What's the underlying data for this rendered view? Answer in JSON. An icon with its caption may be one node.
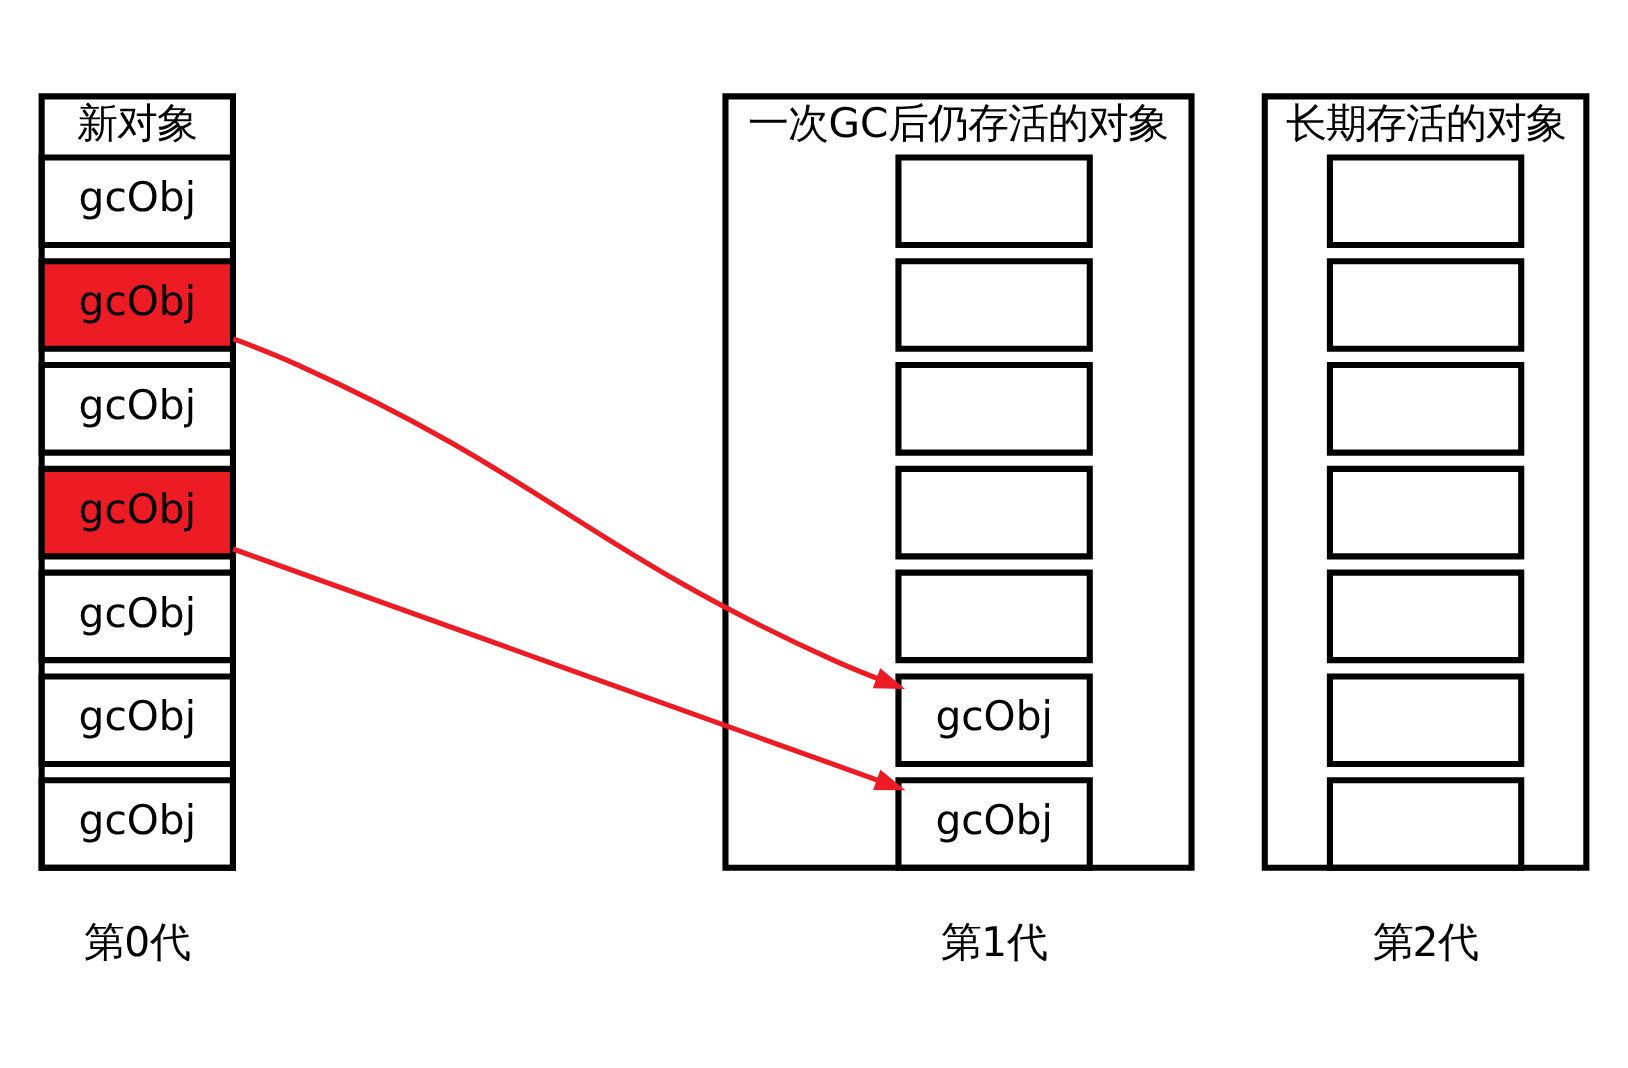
{
  "diagram": {
    "nodes": [
      {
        "text": [
          "新对象"
        ],
        "beside": [
          "第0代"
        ]
      },
      {
        "text": [
          "gcObj"
        ],
        "in": 0
      },
      {
        "text": [
          "gcObj"
        ],
        "in": 0
      },
      {
        "text": [
          "gcObj"
        ],
        "in": 0
      },
      {
        "text": [
          "gcObj"
        ],
        "in": 0
      },
      {
        "text": [
          "gcObj"
        ],
        "in": 0
      },
      {
        "text": [
          "gcObj"
        ],
        "in": 0
      },
      {
        "text": [
          "gcObj"
        ],
        "in": 0
      },
      {
        "text": [
          "一次GC后仍存活的对象"
        ],
        "beside": [
          "第1代"
        ]
      },
      {
        "text": [],
        "shape": "box",
        "in": 8
      },
      {
        "text": [],
        "shape": "box",
        "in": 8
      },
      {
        "text": [],
        "shape": "box",
        "in": 8
      },
      {
        "text": [],
        "shape": "box",
        "in": 8
      },
      {
        "text": [],
        "shape": "box",
        "in": 8
      },
      {
        "text": [
          "gcObj"
        ],
        "in": 8
      },
      {
        "text": [
          "gcObj"
        ],
        "in": 8
      },
      {
        "text": [
          "长期存活的对象"
        ],
        "beside": [
          "第2代"
        ]
      },
      {
        "text": [],
        "shape": "box",
        "in": 16
      },
      {
        "text": [],
        "shape": "box",
        "in": 16
      },
      {
        "text": [],
        "shape": "box",
        "in": 16
      },
      {
        "text": [],
        "shape": "box",
        "in": 16
      },
      {
        "text": [],
        "shape": "box",
        "in": 16
      },
      {
        "text": [],
        "shape": "box",
        "in": 16
      },
      {
        "text": [],
        "shape": "box",
        "in": 16
      }
    ],
    "edges": [
      {
        "from": 2,
        "to": 14,
        "arrow": "to"
      },
      {
        "from": 4,
        "to": 15,
        "arrow": "to"
      }
    ]
  }
}
